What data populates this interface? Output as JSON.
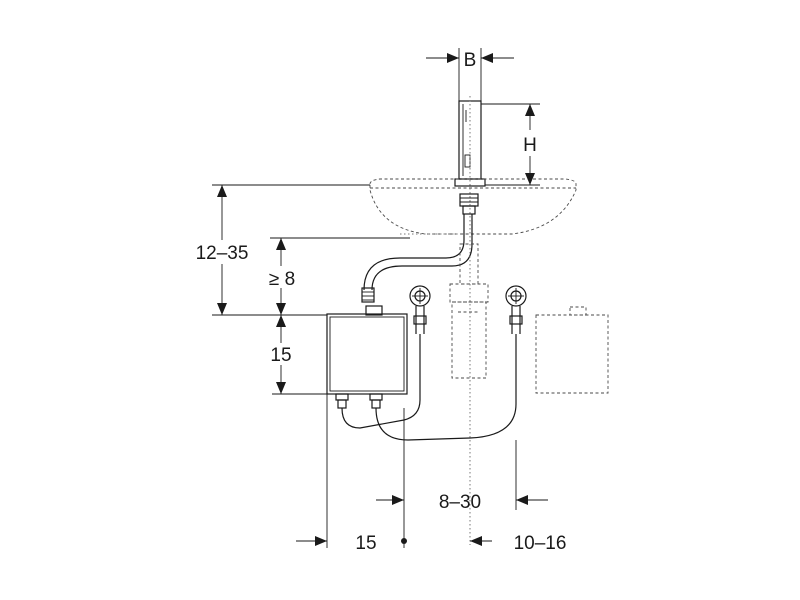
{
  "dimensions": {
    "width_label": "B",
    "height_label": "H",
    "basin_to_box_label": "12–35",
    "min_gap_label": "≥ 8",
    "box_height_label": "15",
    "box_offset_label": "15",
    "valve_spacing_label": "8–30",
    "drain_offset_label": "10–16"
  },
  "colors": {
    "line": "#1a1a1a",
    "dashed": "#4a4a4a"
  }
}
